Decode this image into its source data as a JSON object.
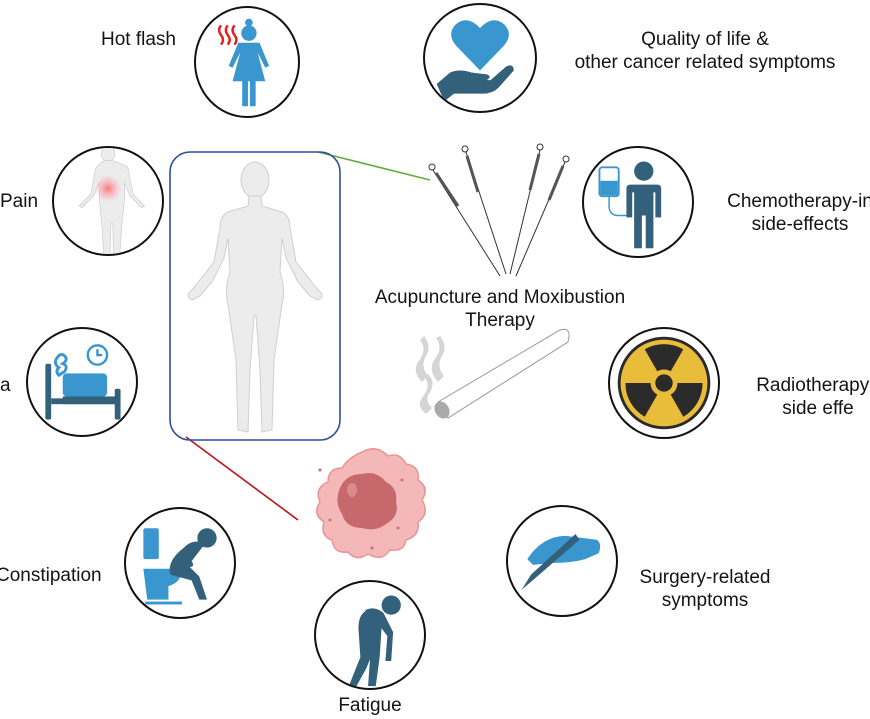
{
  "title": "Acupuncture and Moxibustion Therapy for cancer-related symptoms",
  "center": {
    "therapy_label_line1": "Acupuncture and Moxibustion",
    "therapy_label_line2": "Therapy",
    "body_figure": "female-body-icon",
    "cancer_cell": "cancer-cell-icon",
    "needles": "acupuncture-needles-icon",
    "moxa_stick": "moxa-stick-icon"
  },
  "connectors": {
    "green": "#6aab3e",
    "red": "#c0121b",
    "frame": "#2e4f9a"
  },
  "colors": {
    "icon_blue": "#3a96cf",
    "icon_dark": "#33607a",
    "hot_red": "#e3201b",
    "radiation_yellow": "#e8bd3a",
    "radiation_dark": "#2a2a2a"
  },
  "symptoms": [
    {
      "id": "hot-flash",
      "label": "Hot flash",
      "icon": "hot-flash-woman-icon"
    },
    {
      "id": "quality-of-life",
      "label_line1": "Quality of life &",
      "label_line2": "other cancer related symptoms",
      "icon": "heart-in-hand-icon"
    },
    {
      "id": "pain",
      "label": "Pain",
      "icon": "body-pain-icon"
    },
    {
      "id": "chemotherapy",
      "label_line1": "Chemotherapy-in",
      "label_line2": "side-effects",
      "icon": "iv-drip-patient-icon"
    },
    {
      "id": "insomnia",
      "label": "a",
      "icon": "bed-clock-icon"
    },
    {
      "id": "radiotherapy",
      "label_line1": "Radiotherapy-i",
      "label_line2": "side effe",
      "icon": "radiation-icon"
    },
    {
      "id": "constipation",
      "label": "Constipation",
      "icon": "toilet-person-icon"
    },
    {
      "id": "surgery",
      "label_line1": "Surgery-related",
      "label_line2": "symptoms",
      "icon": "scalpel-hand-icon"
    },
    {
      "id": "fatigue",
      "label": "Fatigue",
      "icon": "tired-person-icon"
    }
  ]
}
